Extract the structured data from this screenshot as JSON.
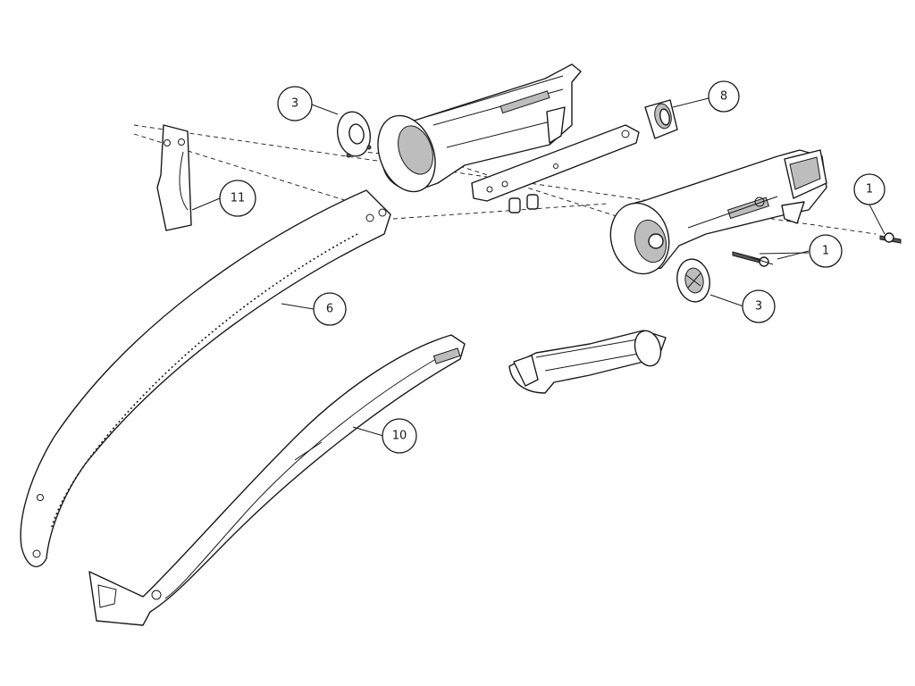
{
  "diagram": {
    "callouts": [
      {
        "id": "callout-3-top",
        "label": "3"
      },
      {
        "id": "callout-8",
        "label": "8"
      },
      {
        "id": "callout-11",
        "label": "11"
      },
      {
        "id": "callout-1-right",
        "label": "1"
      },
      {
        "id": "callout-1-middle",
        "label": "1"
      },
      {
        "id": "callout-6",
        "label": "6"
      },
      {
        "id": "callout-3-bottom",
        "label": "3"
      },
      {
        "id": "callout-10",
        "label": "10"
      }
    ]
  },
  "colors": {
    "line": "#1a1a1a",
    "background": "#ffffff",
    "shade": "#bdbdbd"
  }
}
